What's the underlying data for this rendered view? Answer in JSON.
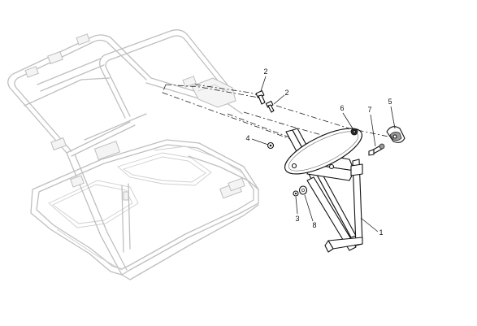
{
  "callouts": [
    {
      "id": "1",
      "text": "1"
    },
    {
      "id": "2a",
      "text": "2"
    },
    {
      "id": "2b",
      "text": "2"
    },
    {
      "id": "3",
      "text": "3"
    },
    {
      "id": "4",
      "text": "4"
    },
    {
      "id": "5",
      "text": "5"
    },
    {
      "id": "6",
      "text": "6"
    },
    {
      "id": "7",
      "text": "7"
    },
    {
      "id": "8",
      "text": "8"
    }
  ]
}
